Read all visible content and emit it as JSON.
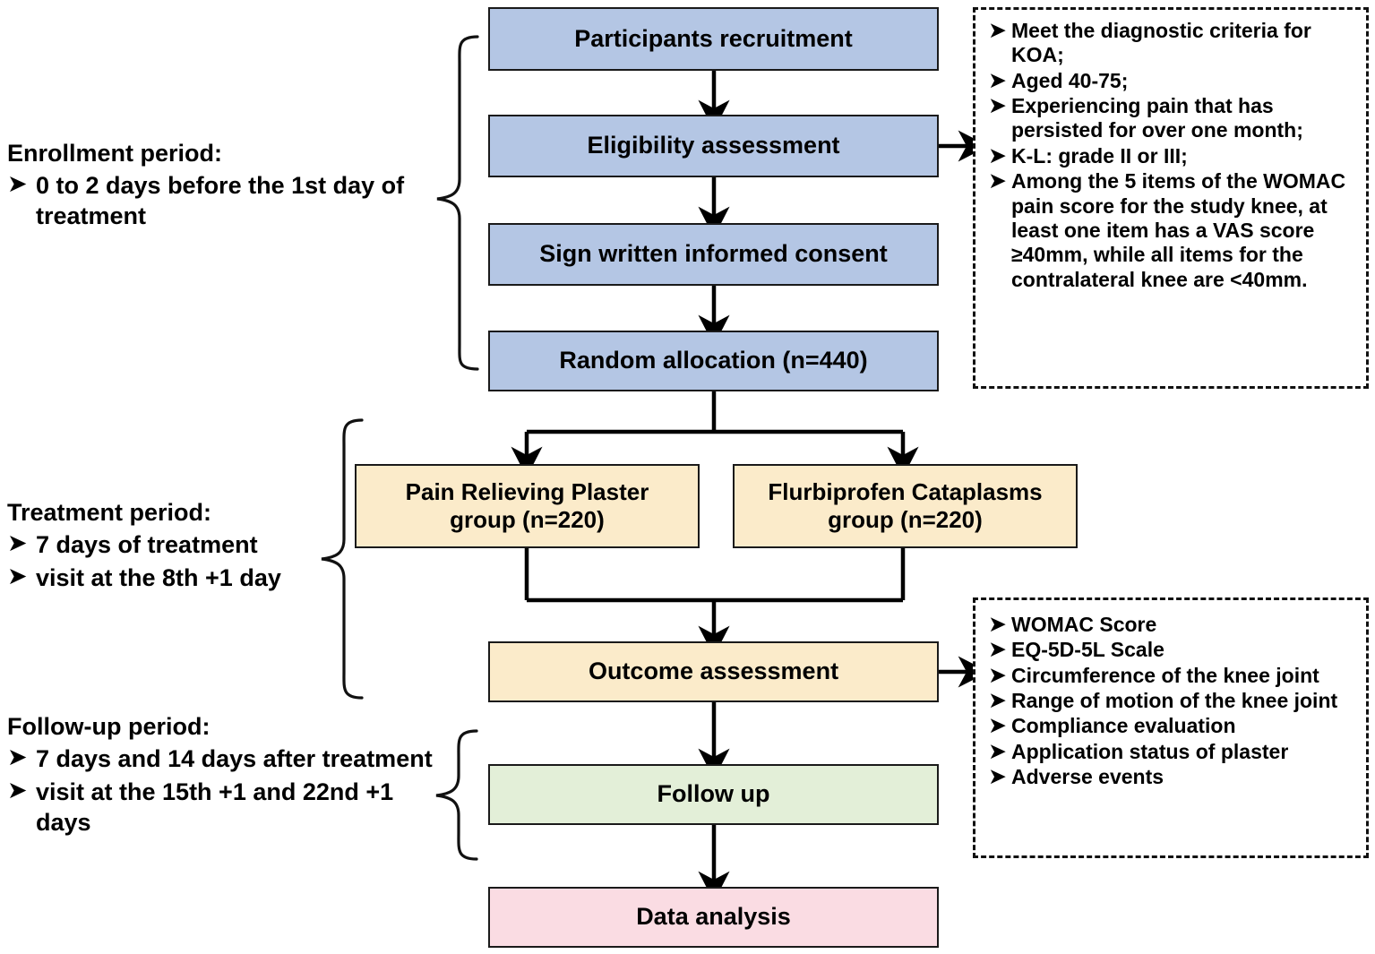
{
  "diagram": {
    "title": "Clinical trial flow diagram",
    "colors": {
      "blue": "#b4c6e4",
      "cream": "#fbebca",
      "green": "#e3efd8",
      "pink": "#fadce3",
      "stroke": "#1a1a1a"
    },
    "nodes": {
      "participants_recruitment": "Participants recruitment",
      "eligibility_assessment": "Eligibility assessment",
      "informed_consent": "Sign written informed consent",
      "random_allocation": "Random allocation (n=440)",
      "group_left_line1": "Pain Relieving Plaster",
      "group_left_line2": "group (n=220)",
      "group_right_line1": "Flurbiprofen Cataplasms",
      "group_right_line2": "group (n=220)",
      "outcome_assessment": "Outcome assessment",
      "follow_up": "Follow up",
      "data_analysis": "Data analysis"
    },
    "periods": {
      "enrollment": {
        "title": "Enrollment period:",
        "items": [
          "0 to 2 days before the 1st day of treatment"
        ]
      },
      "treatment": {
        "title": "Treatment period:",
        "items": [
          "7 days of treatment",
          "visit at the 8th +1 day"
        ]
      },
      "followup": {
        "title": "Follow-up period:",
        "items": [
          "7 days and 14 days after treatment",
          "visit at the 15th +1 and 22nd +1 days"
        ]
      }
    },
    "inclusion_criteria": [
      "Meet the diagnostic criteria for KOA;",
      "Aged 40-75;",
      "Experiencing pain that has persisted for over one month;",
      "K-L: grade II or III;",
      "Among the 5 items of the WOMAC pain score for the study knee, at least one item has a VAS score ≥40mm, while all items for the contralateral knee are <40mm."
    ],
    "outcome_measures": [
      "WOMAC Score",
      "EQ-5D-5L Scale",
      "Circumference of the knee joint",
      "Range of motion of the knee joint",
      "Compliance evaluation",
      "Application status of plaster",
      "Adverse events"
    ],
    "bullet_glyph": "➤"
  }
}
